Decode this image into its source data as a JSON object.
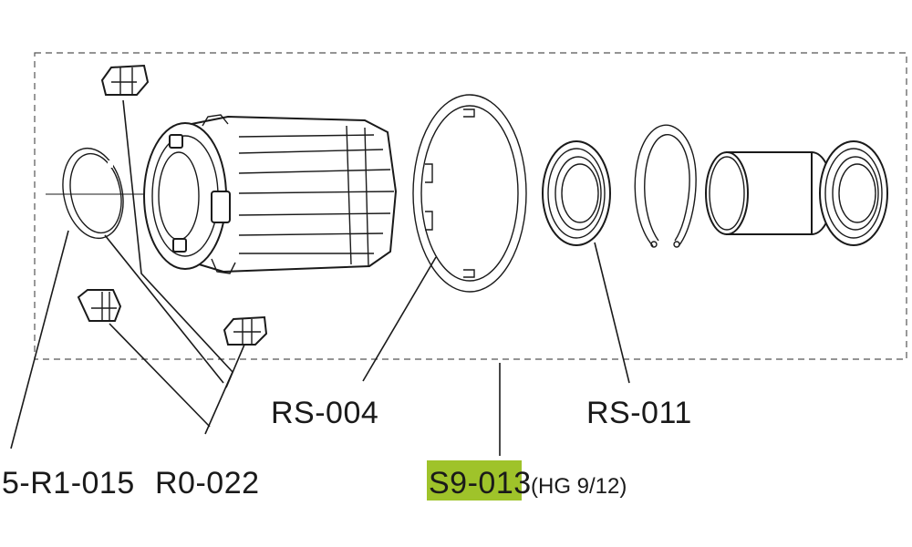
{
  "labels": {
    "ring_part": "5-R1-015",
    "pawl_part": "R0-022",
    "lockring_part": "RS-004",
    "bearing_part": "RS-011",
    "assembly_part": "S9-013",
    "assembly_note": "(HG 9/12)"
  },
  "colors": {
    "highlight": "#9fc32a",
    "line": "#1a1a1a",
    "dash": "#555555",
    "background": "#ffffff"
  }
}
